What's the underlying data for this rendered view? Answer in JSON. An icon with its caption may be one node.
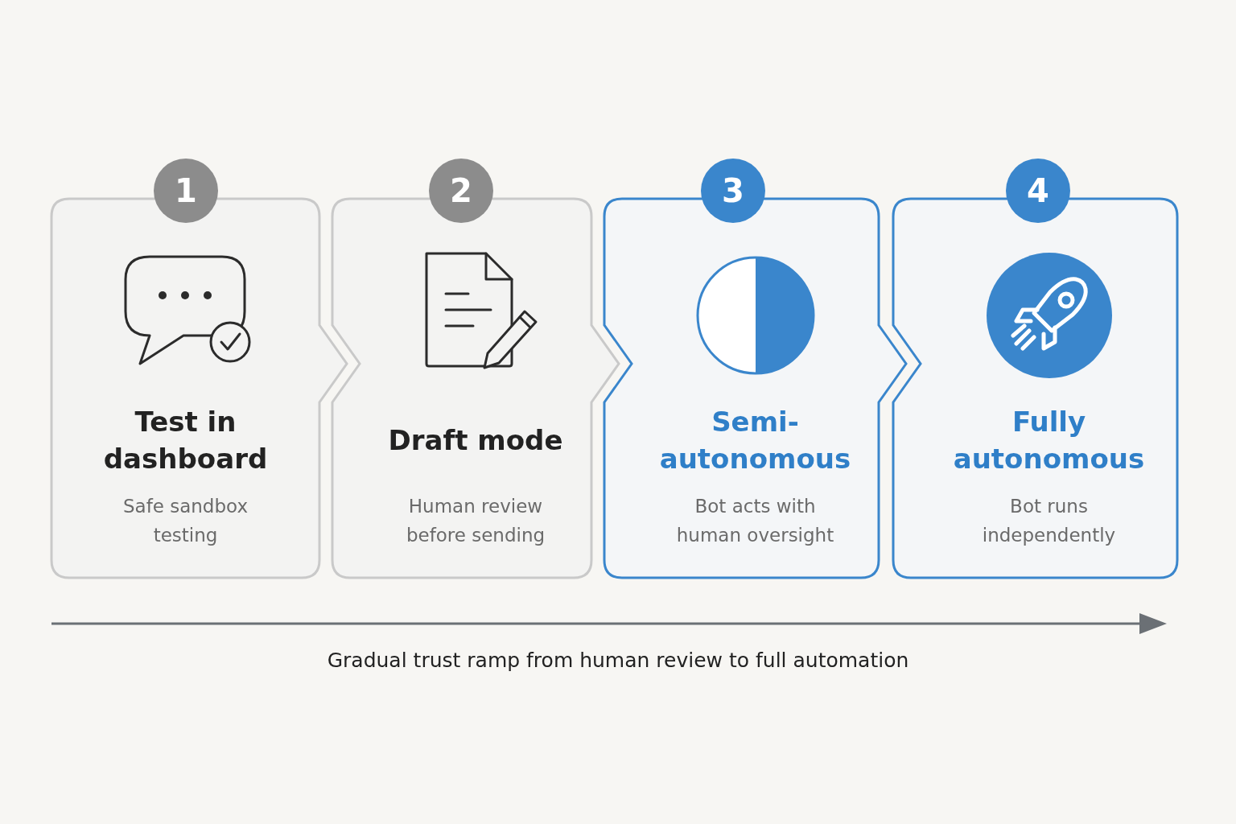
{
  "diagram": {
    "caption": "Gradual trust ramp from human review to full automation",
    "nodes": [
      {
        "text": [
          "1"
        ]
      },
      {
        "text": [
          "Test in dashboard",
          "Safe sandbox testing"
        ]
      },
      {
        "text": [
          "2"
        ]
      },
      {
        "text": [
          "Draft mode",
          "Human review before sending"
        ]
      },
      {
        "text": [
          "3"
        ]
      },
      {
        "text": [
          "Semi-autonomous",
          "Bot acts with human oversight"
        ]
      },
      {
        "text": [
          "4"
        ]
      },
      {
        "text": [
          "Fully autonomous",
          "Bot runs independently"
        ]
      }
    ]
  }
}
